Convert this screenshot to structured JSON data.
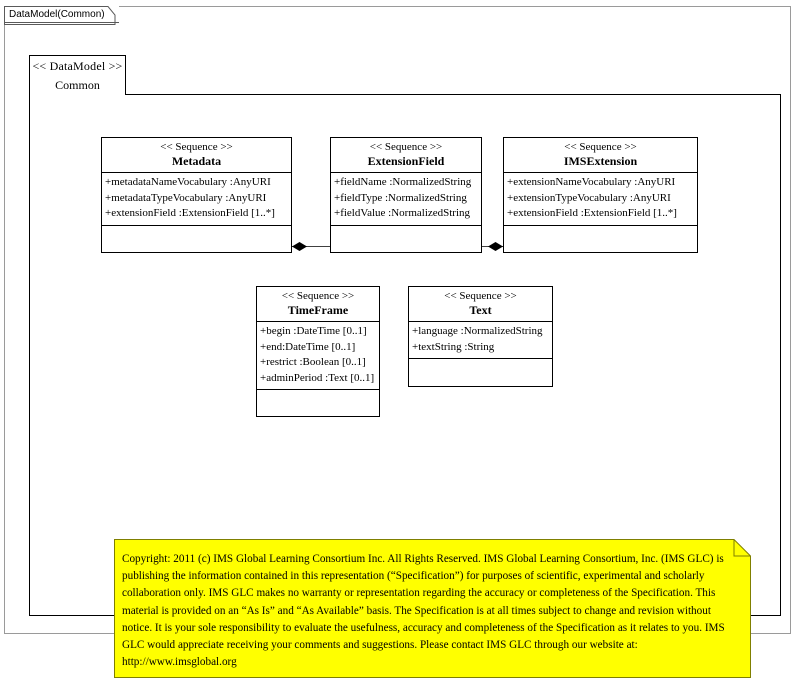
{
  "frame": {
    "label": "DataModel(Common)"
  },
  "package": {
    "stereotype": "<< DataModel >>",
    "name": "Common"
  },
  "classes": [
    {
      "id": "metadata",
      "stereotype": "<< Sequence >>",
      "name": "Metadata",
      "attributes": [
        "+metadataNameVocabulary  :AnyURI",
        "+metadataTypeVocabulary  :AnyURI",
        "+extensionField  :ExtensionField  [1..*]"
      ]
    },
    {
      "id": "extensionfield",
      "stereotype": "<< Sequence >>",
      "name": "ExtensionField",
      "attributes": [
        "+fieldName  :NormalizedString",
        "+fieldType  :NormalizedString",
        "+fieldValue  :NormalizedString"
      ]
    },
    {
      "id": "imsextension",
      "stereotype": "<< Sequence >>",
      "name": "IMSExtension",
      "attributes": [
        "+extensionNameVocabulary   :AnyURI",
        "+extensionTypeVocabulary   :AnyURI",
        "+extensionField  :ExtensionField  [1..*]"
      ]
    },
    {
      "id": "timeframe",
      "stereotype": "<< Sequence >>",
      "name": "TimeFrame",
      "attributes": [
        "+begin :DateTime [0..1]",
        "+end:DateTime [0..1]",
        "+restrict :Boolean [0..1]",
        "+adminPeriod :Text [0..1]"
      ]
    },
    {
      "id": "text",
      "stereotype": "<< Sequence >>",
      "name": "Text",
      "attributes": [
        "+language  :NormalizedString",
        "+textString  :String"
      ]
    }
  ],
  "associations": [
    {
      "id": "metadata-extensionfield",
      "source": "Metadata",
      "target": "ExtensionField",
      "type": "composition"
    },
    {
      "id": "extensionfield-imsextension",
      "source": "ExtensionField",
      "target": "IMSExtension",
      "type": "composition"
    }
  ],
  "note": {
    "background_color": "#ffff00",
    "border_color": "#808000",
    "text": "Copyright: 2011 (c) IMS Global Learning Consortium Inc.  All Rights Reserved.  IMS Global Learning Consortium, Inc. (IMS GLC) is publishing the information contained in this representation (“Specification”) for purposes of scientific, experimental and scholarly collaboration only.  IMS GLC makes no warranty or representation regarding  the accuracy or completeness of the Specification.  This material is provided on an “As Is” and “As Available” basis.  The Specification is at all times subject to change and revision without notice.  It is your sole responsibility to evaluate the usefulness, accuracy and completeness of the Specification as it relates to you.  IMS GLC would appreciate receiving your comments and suggestions.  Please contact IMS GLC through our website at: http://www.imsglobal.org"
  }
}
